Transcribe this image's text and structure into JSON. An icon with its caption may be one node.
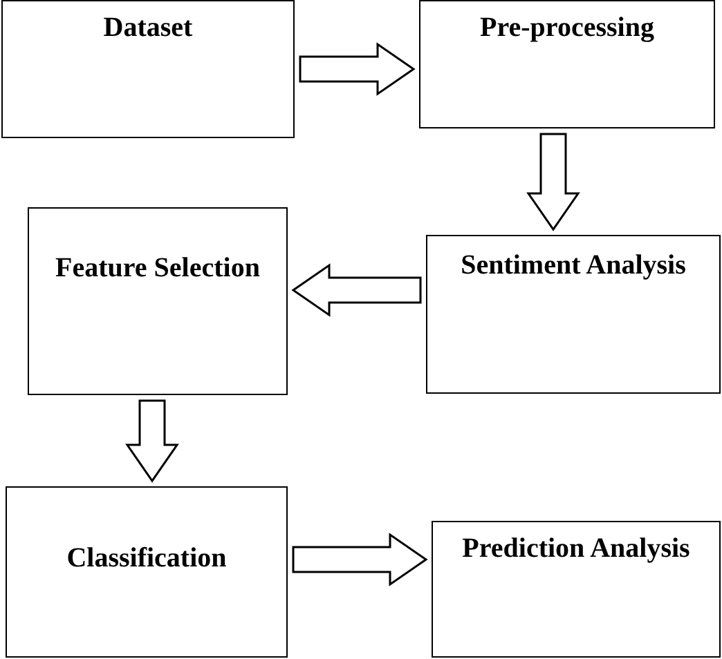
{
  "diagram": {
    "nodes": [
      {
        "text": [
          "Dataset"
        ]
      },
      {
        "text": [
          "Pre-processing"
        ]
      },
      {
        "text": [
          "Sentiment Analysis"
        ]
      },
      {
        "text": [
          "Feature Selection"
        ]
      },
      {
        "text": [
          "Classification"
        ]
      },
      {
        "text": [
          "Prediction Analysis"
        ]
      }
    ],
    "edges": [
      {
        "from": 0,
        "to": 1,
        "arrow": "to"
      },
      {
        "from": 1,
        "to": 2,
        "arrow": "to"
      },
      {
        "from": 2,
        "to": 3,
        "arrow": "to"
      },
      {
        "from": 3,
        "to": 4,
        "arrow": "to"
      },
      {
        "from": 4,
        "to": 5,
        "arrow": "to"
      }
    ]
  }
}
